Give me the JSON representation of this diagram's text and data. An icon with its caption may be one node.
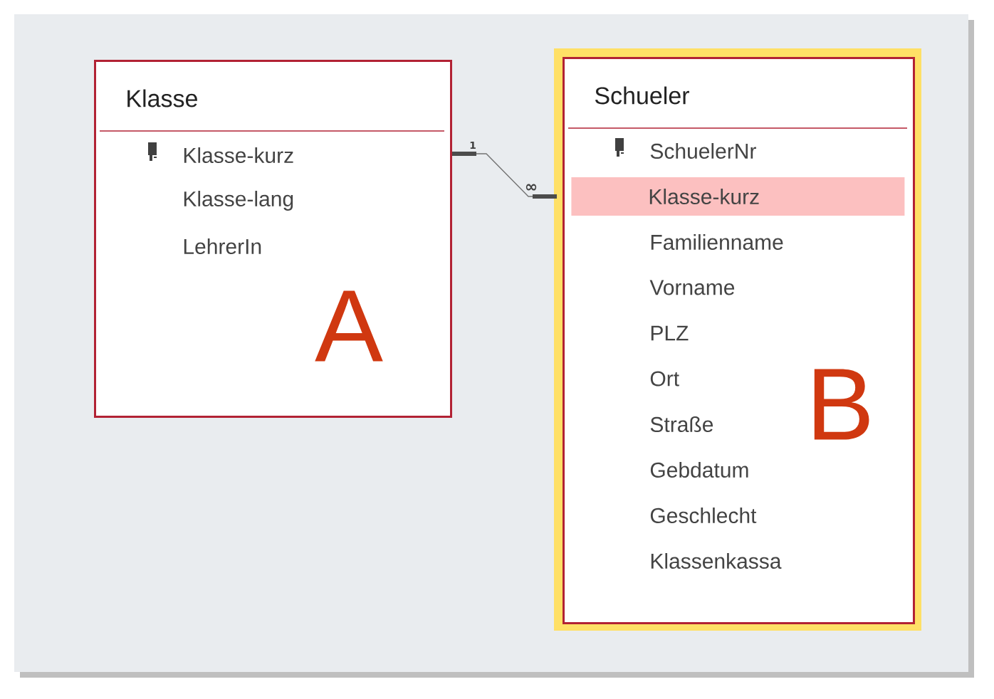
{
  "diagram": {
    "nodes": [
      {
        "text": [
          "Klasse"
        ]
      },
      {
        "text": [
          "Klasse-kurz"
        ],
        "in": 0
      },
      {
        "text": [
          "Klasse-lang"
        ],
        "in": 0
      },
      {
        "text": [
          "LehrerIn"
        ],
        "in": 0
      },
      {
        "text": [
          "Schueler"
        ]
      },
      {
        "text": [
          "SchuelerNr"
        ],
        "in": 4
      },
      {
        "text": [
          "Klasse-kurz"
        ],
        "in": 4
      },
      {
        "text": [
          "Familienname"
        ],
        "in": 4
      },
      {
        "text": [
          "Vorname"
        ],
        "in": 4
      },
      {
        "text": [
          "PLZ"
        ],
        "in": 4
      },
      {
        "text": [
          "Ort"
        ],
        "in": 4
      },
      {
        "text": [
          "Straße"
        ],
        "in": 4
      },
      {
        "text": [
          "Gebdatum"
        ],
        "in": 4
      },
      {
        "text": [
          "Geschlecht"
        ],
        "in": 4
      },
      {
        "text": [
          "Klassenkassa"
        ],
        "in": 4
      }
    ],
    "edges": [
      {
        "from": 0,
        "to": 4,
        "arrow": "other"
      }
    ],
    "labels": [
      "1",
      "∞",
      "A",
      "B"
    ]
  }
}
